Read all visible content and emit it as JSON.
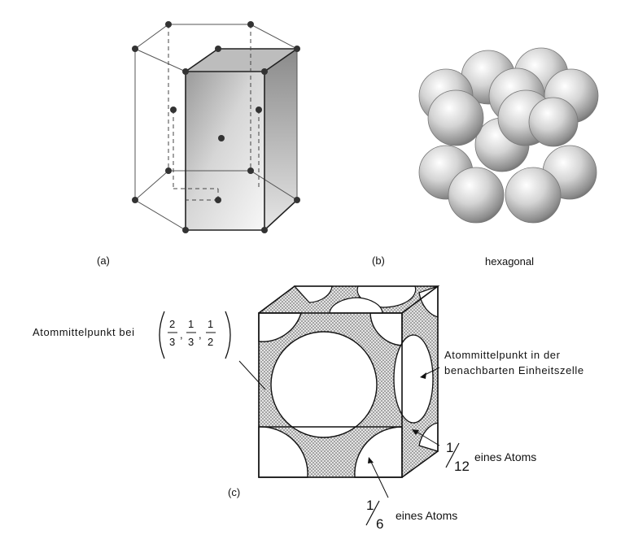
{
  "panel_a": {
    "label": "(a)"
  },
  "panel_b": {
    "label": "(b)",
    "caption": "hexagonal"
  },
  "panel_c": {
    "label": "(c)",
    "annotation_center": {
      "prefix": "Atommittelpunkt bei",
      "coord_numerators": [
        "2",
        "1",
        "1"
      ],
      "coord_denominators": [
        "3",
        "3",
        "2"
      ]
    },
    "annotation_neighbor": {
      "line1": "Atommittelpunkt in der",
      "line2": "benachbarten Einheitszelle"
    },
    "annotation_twelfth": {
      "numerator": "1",
      "denominator": "12",
      "text": "eines Atoms"
    },
    "annotation_sixth": {
      "numerator": "1",
      "denominator": "6",
      "text": "eines Atoms"
    }
  }
}
